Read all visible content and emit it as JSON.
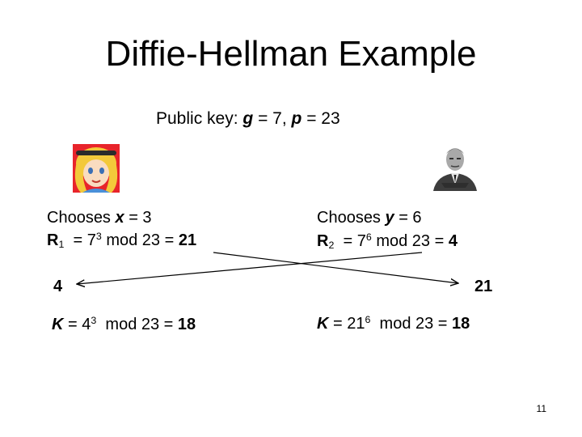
{
  "title": "Diffie-Hellman Example",
  "public_key": {
    "label": "Public key:",
    "g_var": "g",
    "g_value": "= 7,",
    "p_var": "p",
    "p_value": "= 23"
  },
  "left": {
    "chooses_label": "Chooses",
    "secret_var": "x",
    "secret_value": "= 3",
    "r_var": "R",
    "r_sub": "1",
    "r_base": "= 7",
    "r_exp": "3",
    "r_mod": "mod 23 =",
    "r_result": "21",
    "received": "4",
    "k_var": "K",
    "k_base": "= 4",
    "k_exp": "3",
    "k_mod": "mod 23 =",
    "k_result": "18"
  },
  "right": {
    "chooses_label": "Chooses",
    "secret_var": "y",
    "secret_value": "= 6",
    "r_var": "R",
    "r_sub": "2",
    "r_base": "= 7",
    "r_exp": "6",
    "r_mod": "mod 23 =",
    "r_result": "4",
    "received": "21",
    "k_var": "K",
    "k_base": "= 21",
    "k_exp": "6",
    "k_mod": "mod 23 =",
    "k_result": "18"
  },
  "page_number": "11",
  "icons": {
    "left_avatar": "alice-cartoon-icon",
    "right_avatar": "man-portrait-icon"
  },
  "colors": {
    "text": "#000000",
    "background": "#ffffff",
    "arrow": "#000000"
  }
}
